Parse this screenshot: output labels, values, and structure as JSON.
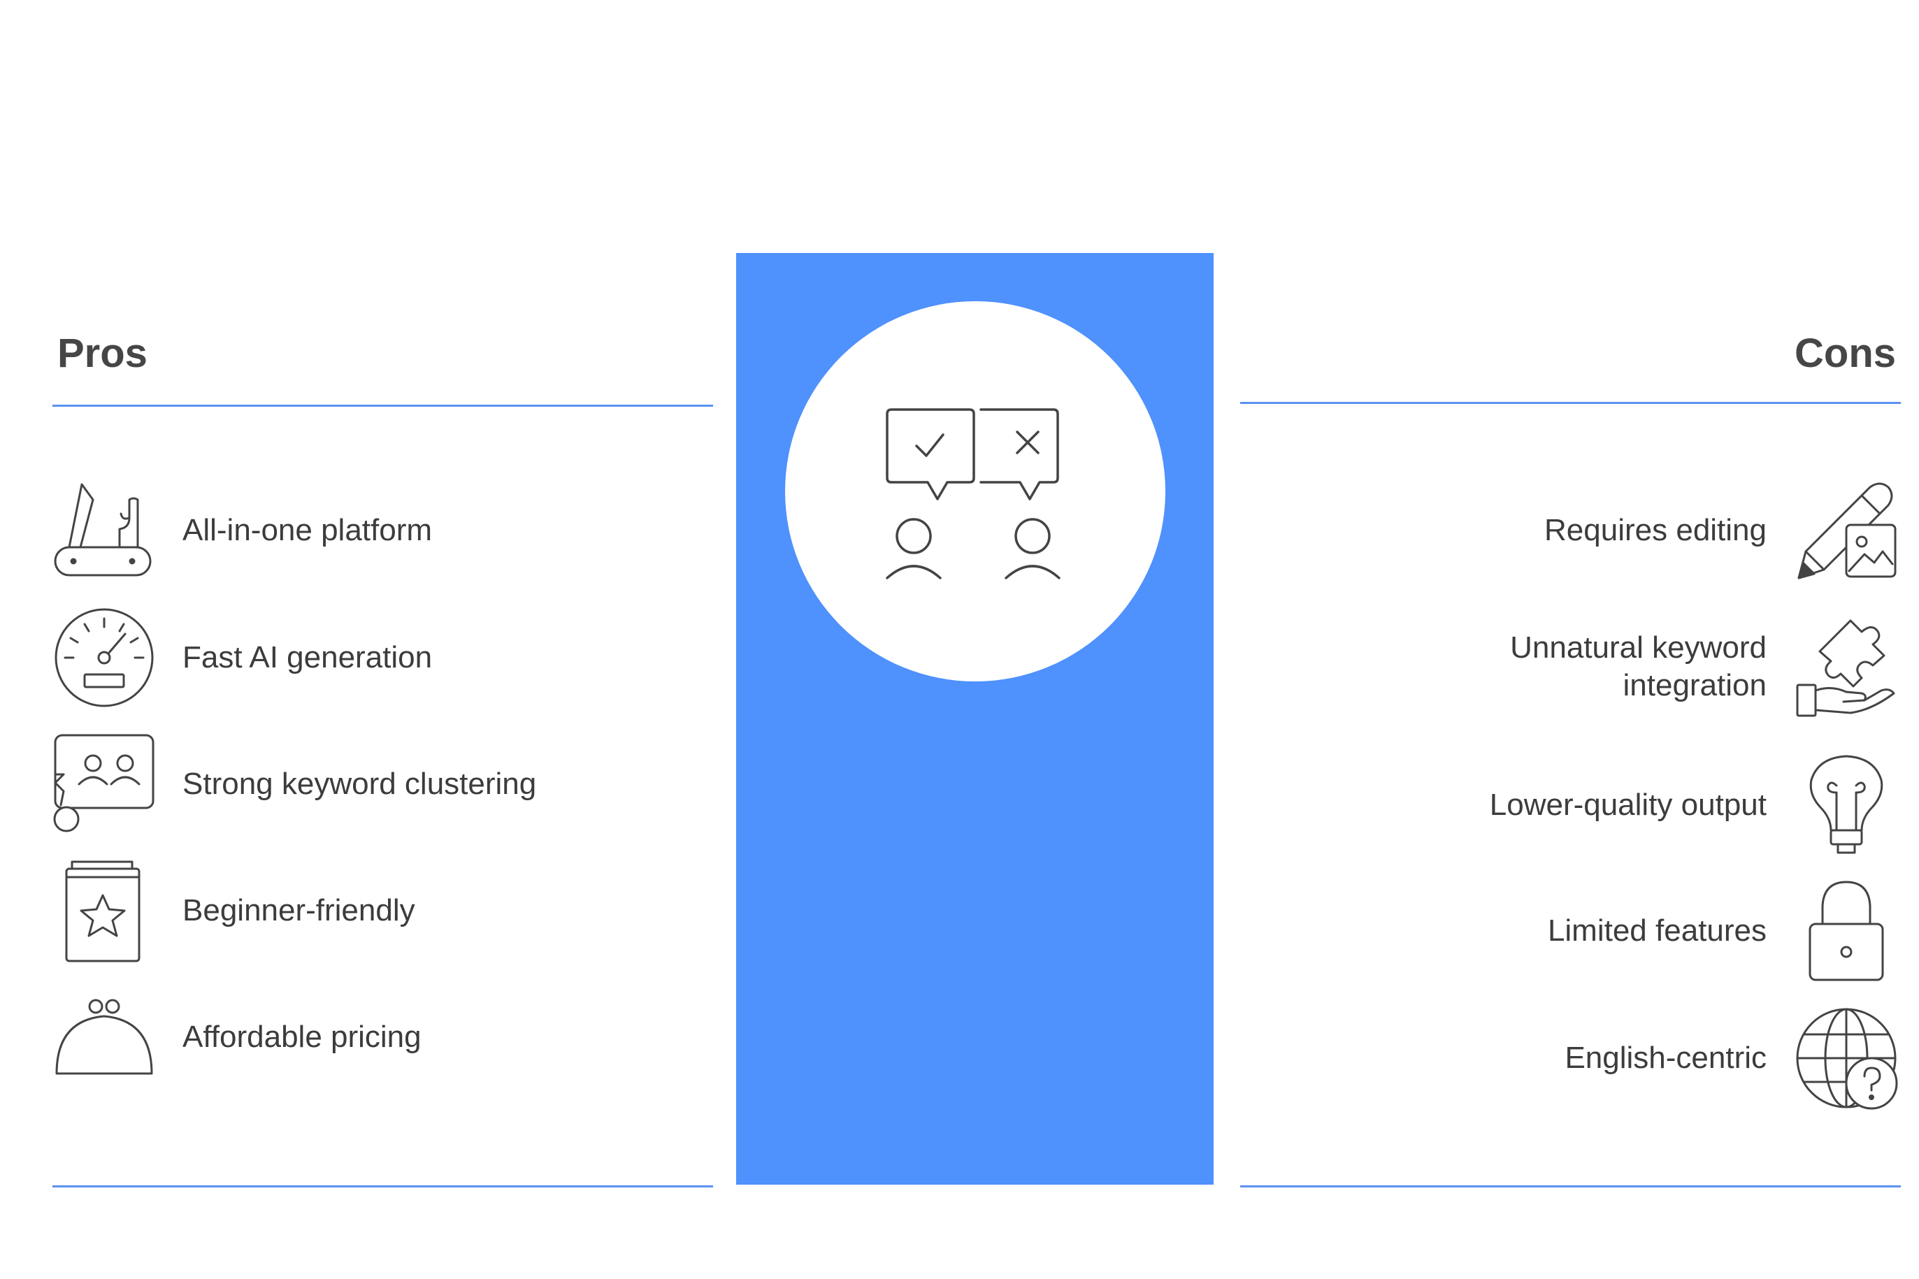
{
  "pros": {
    "title": "Pros",
    "items": [
      {
        "label": "All-in-one platform",
        "icon": "swiss-army-knife-icon"
      },
      {
        "label": "Fast AI generation",
        "icon": "speedometer-icon"
      },
      {
        "label": "Strong keyword clustering",
        "icon": "network-group-icon"
      },
      {
        "label": "Beginner-friendly",
        "icon": "star-book-icon"
      },
      {
        "label": "Affordable pricing",
        "icon": "coin-purse-icon"
      }
    ]
  },
  "cons": {
    "title": "Cons",
    "items": [
      {
        "label": "Requires editing",
        "icon": "pencil-image-icon"
      },
      {
        "label": "Unnatural keyword integration",
        "icon": "hand-puzzle-icon"
      },
      {
        "label": "Lower-quality output",
        "icon": "lightbulb-icon"
      },
      {
        "label": "Limited features",
        "icon": "padlock-icon"
      },
      {
        "label": "English-centric",
        "icon": "globe-question-icon"
      }
    ]
  },
  "center": {
    "icon": "people-debate-icon"
  },
  "colors": {
    "accent": "#4f91fd",
    "rule": "#5b92f0",
    "text": "#3c3c3c"
  }
}
